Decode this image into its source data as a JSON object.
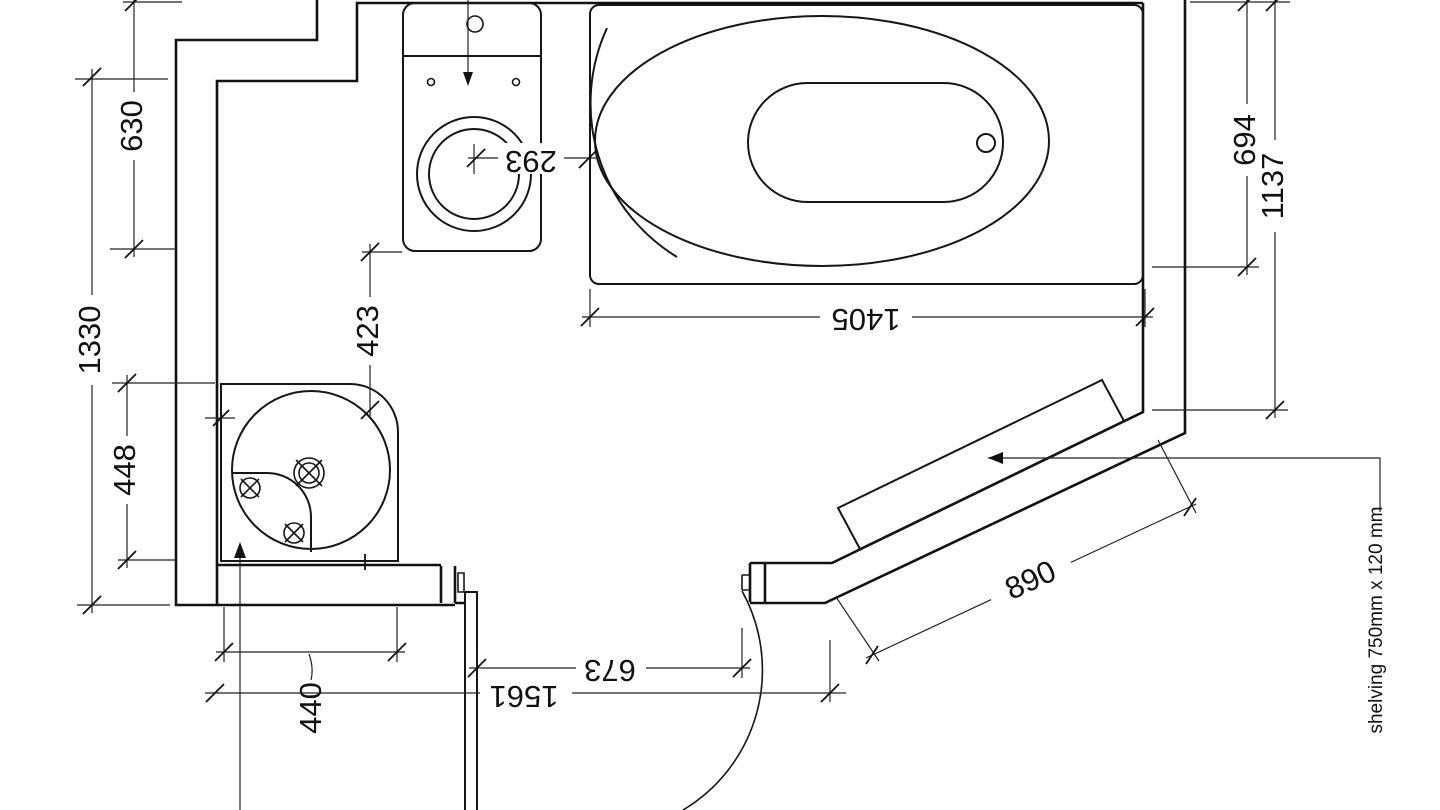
{
  "dims": {
    "left_upper": "630",
    "left_overall": "1330",
    "left_lower": "448",
    "center_vertical": "423",
    "toilet_offset": "293",
    "bath_length": "1405",
    "bath_width": "694",
    "right_height": "1137",
    "angled_wall": "890",
    "shower_width": "440",
    "bottom_width": "1561",
    "door_width": "673"
  },
  "labels": {
    "shelving": "shelving 750mm x 120 mm"
  }
}
